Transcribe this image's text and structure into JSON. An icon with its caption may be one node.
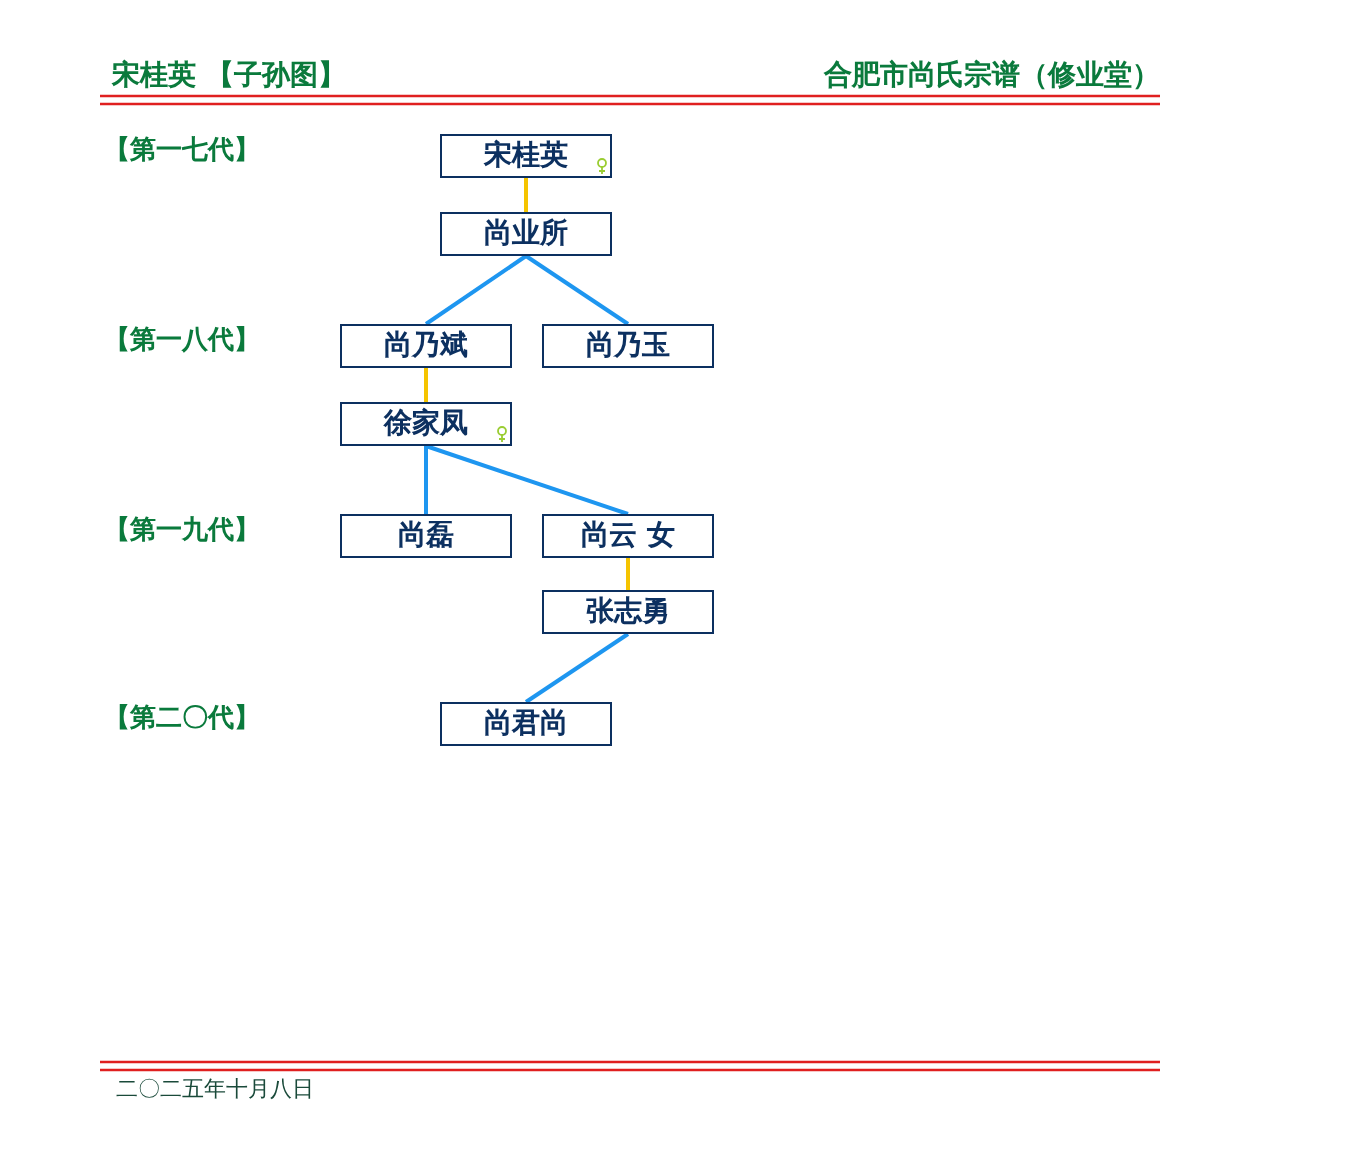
{
  "diagram": {
    "title": "宋桂英 【子孙图】",
    "nodes": [
      {
        "text": [
          "宋桂英"
        ]
      },
      {
        "text": [
          "尚业所"
        ]
      },
      {
        "text": [
          "尚乃斌"
        ]
      },
      {
        "text": [
          "尚乃玉"
        ]
      },
      {
        "text": [
          "徐家凤"
        ]
      },
      {
        "text": [
          "尚磊"
        ]
      },
      {
        "text": [
          "尚云 女"
        ]
      },
      {
        "text": [
          "张志勇"
        ]
      },
      {
        "text": [
          "尚君尚"
        ]
      }
    ],
    "edges": [
      {
        "from": 0,
        "to": 1,
        "arrow": "none",
        "color": "#f5c400"
      },
      {
        "from": 1,
        "to": 2,
        "arrow": "none"
      },
      {
        "from": 1,
        "to": 3,
        "arrow": "none"
      },
      {
        "from": 2,
        "to": 4,
        "arrow": "none",
        "color": "#f5c400"
      },
      {
        "from": 4,
        "to": 5,
        "arrow": "none"
      },
      {
        "from": 4,
        "to": 6,
        "arrow": "none"
      },
      {
        "from": 6,
        "to": 7,
        "arrow": "none",
        "color": "#f5c400"
      },
      {
        "from": 7,
        "to": 8,
        "arrow": "none"
      }
    ],
    "labels": [
      "合肥市尚氏宗谱（修业堂）",
      "【第一七代】",
      "【第一八代】",
      "【第一九代】",
      "【第二〇代】",
      "二〇二五年十月八日"
    ]
  }
}
